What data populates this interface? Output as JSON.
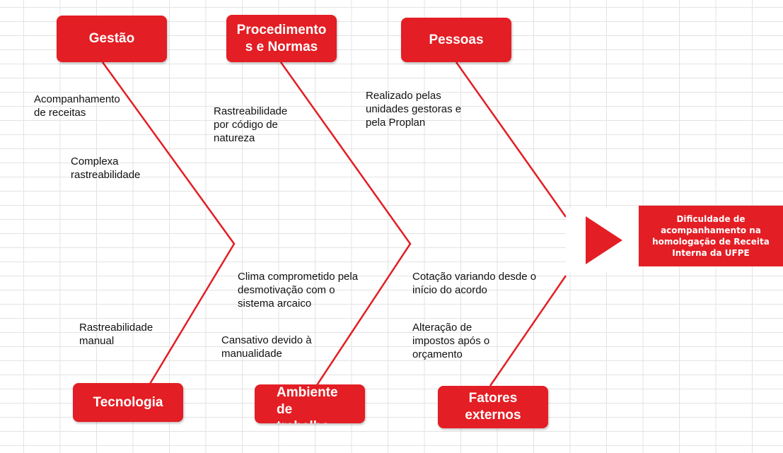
{
  "categories": {
    "top": [
      "Gestão",
      "Procedimentos e Normas",
      "Pessoas"
    ],
    "bottom": [
      "Tecnologia",
      "Ambiente de trabalho",
      "Fatores externos"
    ]
  },
  "causes": {
    "gestao": [
      "Acompanhamento\nde receitas",
      "Complexa\nrastreabilidade"
    ],
    "procedimentos": [
      "Rastreabilidade\npor código de\nnatureza"
    ],
    "pessoas": [
      "Realizado pelas\nunidades gestoras e\npela Proplan"
    ],
    "tecnologia": [
      "Rastreabilidade\nmanual"
    ],
    "ambiente": [
      "Clima comprometido pela\ndesmotivação com o\nsistema arcaico",
      "Cansativo devido à\nmanualidade"
    ],
    "fatores": [
      "Cotação variando desde o\ninício do acordo",
      "Alteração de\nimpostos após o\norçamento"
    ]
  },
  "effect": "Dificuldade de acompanhamento na homologação de Receita Interna da UFPE",
  "colors": {
    "accent": "#e31e24",
    "arrow": "#e31e24",
    "grid": "#e3e3e3"
  }
}
